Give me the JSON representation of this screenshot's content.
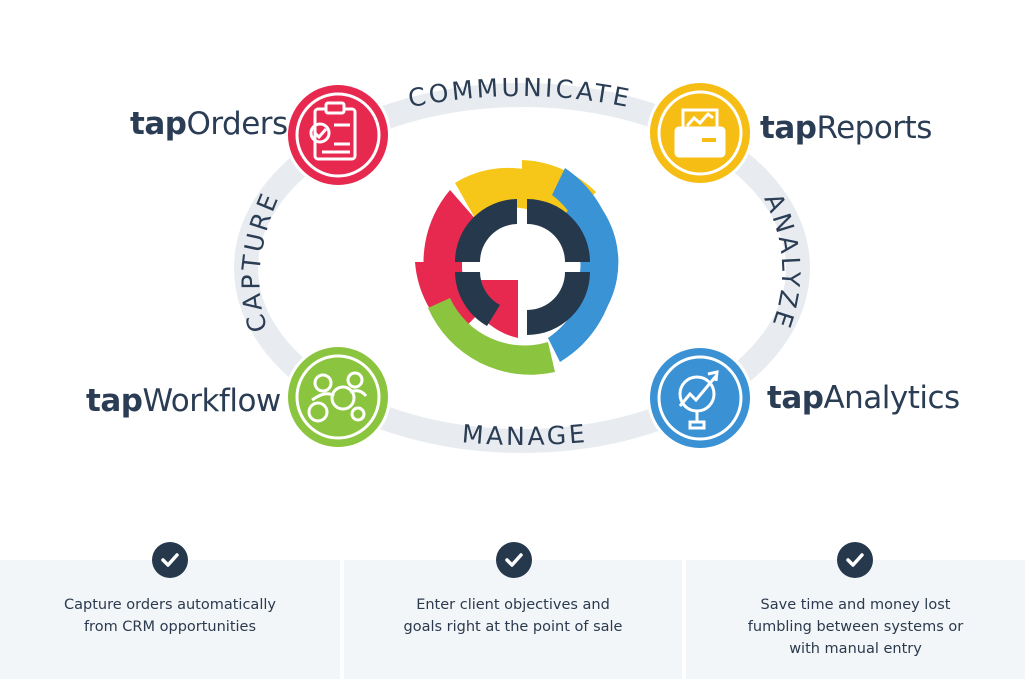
{
  "cycle": {
    "top_word": "COMMUNICATE",
    "right_word": "ANALYZE",
    "bottom_word": "MANAGE",
    "left_word": "CAPTURE"
  },
  "products": {
    "orders": {
      "prefix": "tap",
      "name": "Orders",
      "color": "#e8294f",
      "icon": "clipboard-check-icon"
    },
    "reports": {
      "prefix": "tap",
      "name": "Reports",
      "color": "#f6bd14",
      "icon": "printer-report-icon"
    },
    "workflow": {
      "prefix": "tap",
      "name": "Workflow",
      "color": "#8bc43f",
      "icon": "people-network-icon"
    },
    "analytics": {
      "prefix": "tap",
      "name": "Analytics",
      "color": "#3a91d4",
      "icon": "magnifier-trend-icon"
    }
  },
  "colors": {
    "navy": "#26384c",
    "ring": "#e8ecf0",
    "panel": "#f3f6f8"
  },
  "features": [
    {
      "line1": "Capture orders automatically",
      "line2": "from CRM opportunities",
      "line3": ""
    },
    {
      "line1": "Enter client objectives and",
      "line2": "goals right at the point of sale",
      "line3": ""
    },
    {
      "line1": "Save time and money lost",
      "line2": "fumbling between systems or",
      "line3": "with manual entry"
    }
  ]
}
